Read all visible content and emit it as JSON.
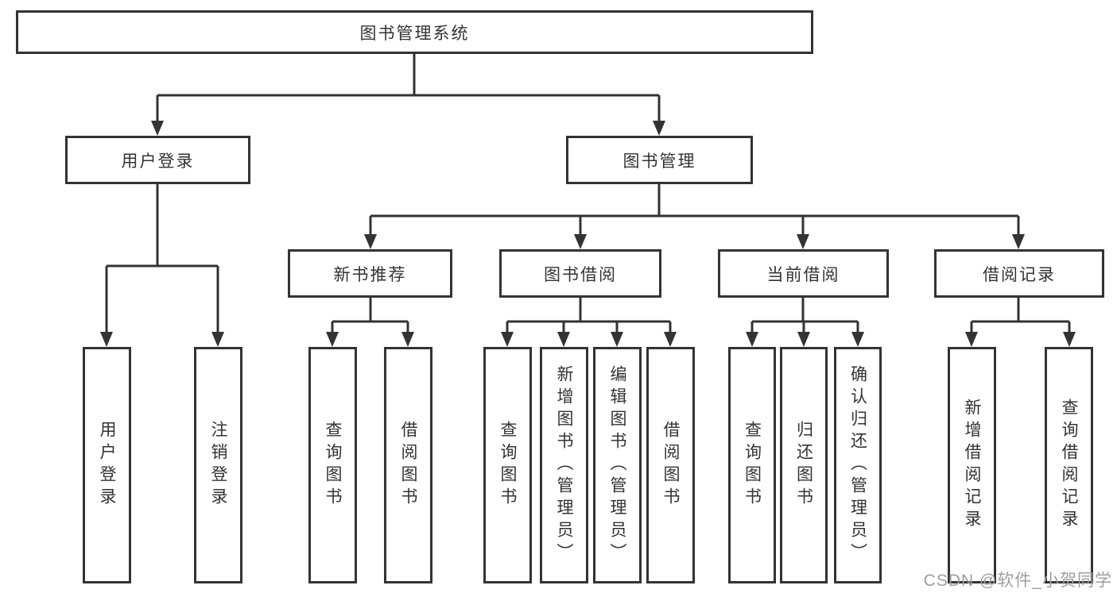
{
  "tree": {
    "label": "图书管理系统",
    "children": [
      {
        "label": "用户登录",
        "children": [
          {
            "label": "用户登录"
          },
          {
            "label": "注销登录"
          }
        ]
      },
      {
        "label": "图书管理",
        "children": [
          {
            "label": "新书推荐",
            "children": [
              {
                "label": "查询图书"
              },
              {
                "label": "借阅图书"
              }
            ]
          },
          {
            "label": "图书借阅",
            "children": [
              {
                "label": "查询图书"
              },
              {
                "label": "新增图书（管理员）"
              },
              {
                "label": "编辑图书（管理员）"
              },
              {
                "label": "借阅图书"
              }
            ]
          },
          {
            "label": "当前借阅",
            "children": [
              {
                "label": "查询图书"
              },
              {
                "label": "归还图书"
              },
              {
                "label": "确认归还（管理员）"
              }
            ]
          },
          {
            "label": "借阅记录",
            "children": [
              {
                "label": "新增借阅记录"
              },
              {
                "label": "查询借阅记录"
              }
            ]
          }
        ]
      }
    ]
  },
  "watermark": "CSDN @软件_小贺同学",
  "colors": {
    "line": "#333333",
    "box_border": "#333333",
    "text": "#333333",
    "background": "#ffffff",
    "watermark": "#9e9e9e"
  }
}
